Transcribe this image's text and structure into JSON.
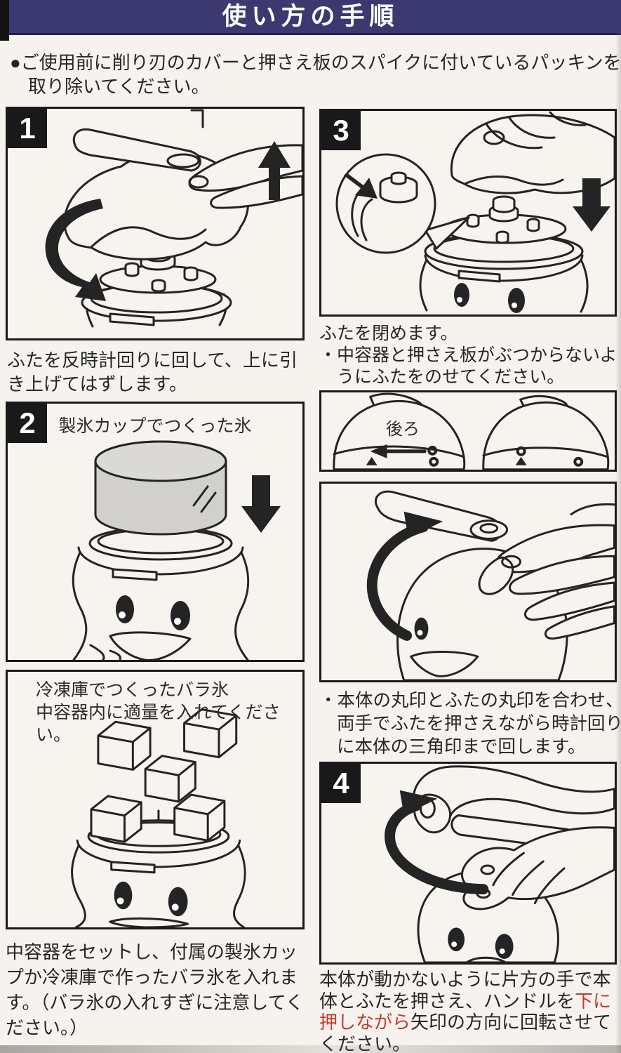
{
  "header": {
    "title": "使い方の手順"
  },
  "intro": {
    "text": "●ご使用前に削り刃のカバーと押さえ板のスパイクに付いているパッキンを取り除いてください。"
  },
  "steps": {
    "step1": {
      "number": "1",
      "caption": "ふたを反時計回りに回して、上に引き上げてはずします。"
    },
    "step2": {
      "number": "2",
      "panel_label": "製氷カップでつくった氷"
    },
    "loose_ice_panel": {
      "label_line1": "冷凍庫でつくったバラ氷",
      "label_line2": "中容器内に適量を入れてください。"
    },
    "left_bottom_caption": "中容器をセットし、付属の製氷カップか冷凍庫で作ったバラ氷を入れます。（バラ氷の入れすぎに注意してください。）",
    "step3": {
      "number": "3",
      "caption_line1": "ふたを閉めます。",
      "caption_note": "・中容器と押さえ板がぶつからないようにふたをのせてください。"
    },
    "back_view_panel": {
      "label": "後ろ"
    },
    "rotate_caption": "・本体の丸印とふたの丸印を合わせ、両手でふたを押さえながら時計回りに本体の三角印まで回します。",
    "step4": {
      "number": "4",
      "caption_pre": "本体が動かないように片方の手で本体とふたを押さえ、ハンドルを",
      "caption_red": "下に押しながら",
      "caption_post": "矢印の方向に回転させてください。"
    }
  },
  "colors": {
    "header_navy": "#3c3971",
    "text": "#262626",
    "accent_red": "#c6382f",
    "paper": "#f6f3ef",
    "line_black": "#242424",
    "ice_gray": "#d2d0cc"
  }
}
